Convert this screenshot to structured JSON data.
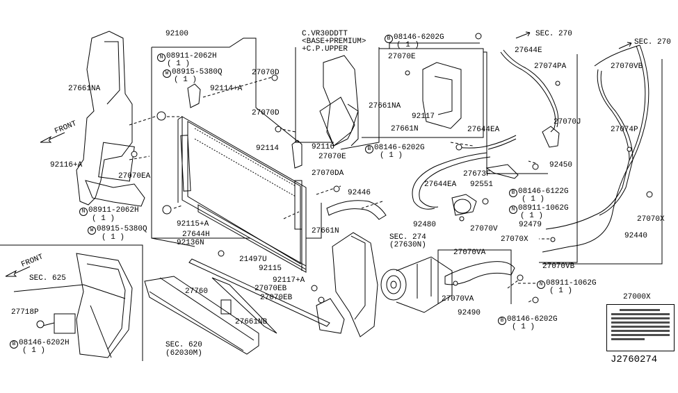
{
  "labels": {
    "p92100": "92100",
    "n08911_2062H_top": "08911-2062H",
    "n08911_2062H_top_q": "( 1 )",
    "w08915_5380Q_top": "08915-5380Q",
    "w08915_5380Q_top_q": "( 1 )",
    "p27070D_a": "27070D",
    "p92114A": "92114+A",
    "p27070D_b": "27070D",
    "p92114": "92114",
    "p27661NA_left": "27661NA",
    "p92116A": "92116+A",
    "p27070EA": "27070EA",
    "n08911_2062H_bot": "08911-2062H",
    "n08911_2062H_bot_q": "( 1 )",
    "w08915_5380Q_bot": "08915-5380Q",
    "w08915_5380Q_bot_q": "( 1 )",
    "p92115A": "92115+A",
    "p27644H": "27644H",
    "p92136N": "92136N",
    "p21497U": "21497U",
    "p92115": "92115",
    "cvr_line1": "C.VR30DDTT",
    "cvr_line2": "<BASE+PREMIUM>",
    "cvr_line3": "+C.P.UPPER",
    "p27661NA_mid": "27661NA",
    "p92116": "92116",
    "p27070E_mid": "27070E",
    "b08146_6202G_top": "08146-6202G",
    "b08146_6202G_top_q": "( 1 )",
    "p27070E_top": "27070E",
    "p92117": "92117",
    "p27661N_top": "27661N",
    "b08146_6202G_mid": "08146-6202G",
    "b08146_6202G_mid_q": "( 1 )",
    "sec270_a": "SEC. 270",
    "sec270_b": "SEC. 270",
    "p27644E": "27644E",
    "p27074PA": "27074PA",
    "p27070VB_top": "27070VB",
    "p27644EA_top": "27644EA",
    "p27070J": "27070J",
    "p27074P": "27074P",
    "p92450": "92450",
    "p27673F": "27673F",
    "p27644EA_mid": "27644EA",
    "p92551": "92551",
    "b08146_6122G": "08146-6122G",
    "b08146_6122G_q": "( 1 )",
    "n08911_1062G_mid": "08911-1062G",
    "n08911_1062G_mid_q": "( 1 )",
    "p92480": "92480",
    "p27070V": "27070V",
    "p92479": "92479",
    "p27070X_right": "27070X",
    "p27070X_mid": "27070X",
    "p92440": "92440",
    "p27070DA": "27070DA",
    "p92446": "92446",
    "p27661N_low": "27661N",
    "sec274": "SEC. 274",
    "sec274_sub": "(27630N)",
    "p27070VA_a": "27070VA",
    "p27070VB_low": "27070VB",
    "n08911_1062G_low": "08911-1062G",
    "n08911_1062G_low_q": "( 1 )",
    "p27070VA_b": "27070VA",
    "p92490": "92490",
    "b08146_6202G_low": "08146-6202G",
    "b08146_6202G_low_q": "( 1 )",
    "p92117A": "92117+A",
    "p27070EB_a": "27070EB",
    "p27070EB_b": "27070EB",
    "p27760": "27760",
    "p27661NB": "27661NB",
    "sec620": "SEC. 620",
    "sec620_sub": "(62030M)",
    "sec625": "SEC. 625",
    "p27718P": "27718P",
    "b08146_6202H": "08146-6202H",
    "b08146_6202H_q": "( 1 )",
    "p27000X": "27000X",
    "front_a": "FRONT",
    "front_b": "FRONT",
    "diagram_code": "J2760274",
    "circle_n": "N",
    "circle_w": "W",
    "circle_b": "B"
  }
}
